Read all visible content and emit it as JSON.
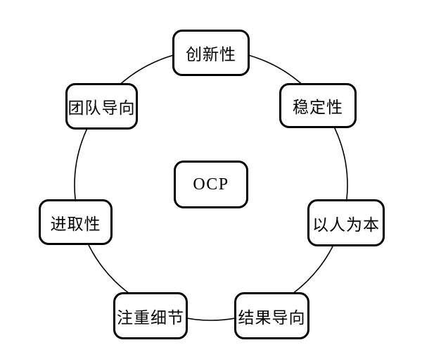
{
  "diagram": {
    "title": "OCP organizational culture profile ring diagram",
    "center": {
      "label": "OCP"
    },
    "nodes": [
      {
        "id": "innovation",
        "label": "创新性",
        "position": "top"
      },
      {
        "id": "stability",
        "label": "稳定性",
        "position": "top-right"
      },
      {
        "id": "people-oriented",
        "label": "以人为本",
        "position": "right"
      },
      {
        "id": "results-oriented",
        "label": "结果导向",
        "position": "bottom-right"
      },
      {
        "id": "attention-to-detail",
        "label": "注重细节",
        "position": "bottom-left"
      },
      {
        "id": "enterprising",
        "label": "进取性",
        "position": "left"
      },
      {
        "id": "team-orientation",
        "label": "团队导向",
        "position": "top-left"
      }
    ],
    "colors": {
      "background": "#ffffff",
      "box_fill": "#ffffff",
      "line": "#000000",
      "text": "#000000"
    }
  }
}
